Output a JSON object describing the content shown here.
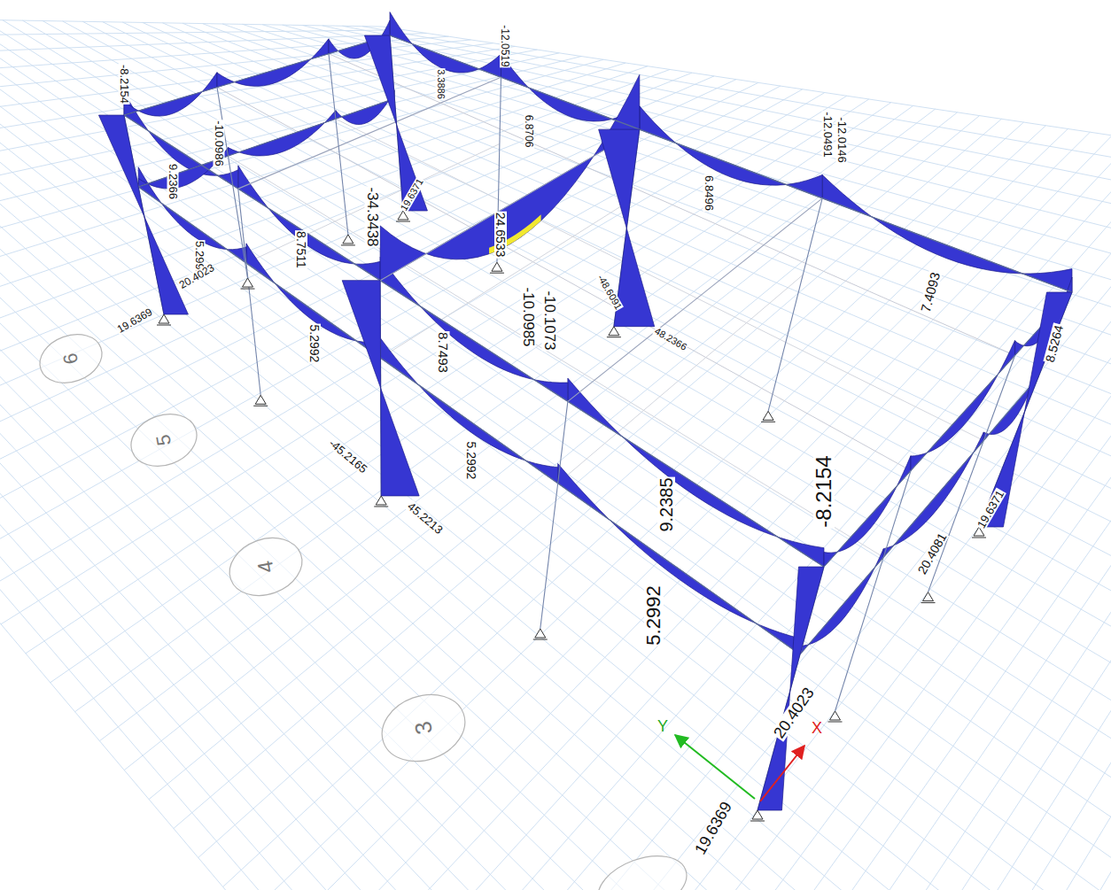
{
  "diagram": {
    "labels": [
      "-8.2154",
      "-10.0986",
      "9.2366",
      "5.2992",
      "20.4023",
      "19.6369",
      "8.7511",
      "5.2992",
      "-34.3438",
      "-12.0519",
      "3.3886",
      "6.8706",
      "19.6371",
      "24.6533",
      "8.7493",
      "-10.0985",
      "-10.1073",
      "-48.6091",
      "48.2366",
      "6.8496",
      "-12.0491",
      "-12.0146",
      "7.4093",
      "8.5264",
      "-45.2165",
      "45.2213",
      "5.2992",
      "9.2385",
      "5.2992",
      "-8.2154",
      "20.4081",
      "19.6371",
      "20.4023",
      "19.6369",
      "6",
      "5",
      "4",
      "3",
      "X",
      "Y"
    ]
  }
}
